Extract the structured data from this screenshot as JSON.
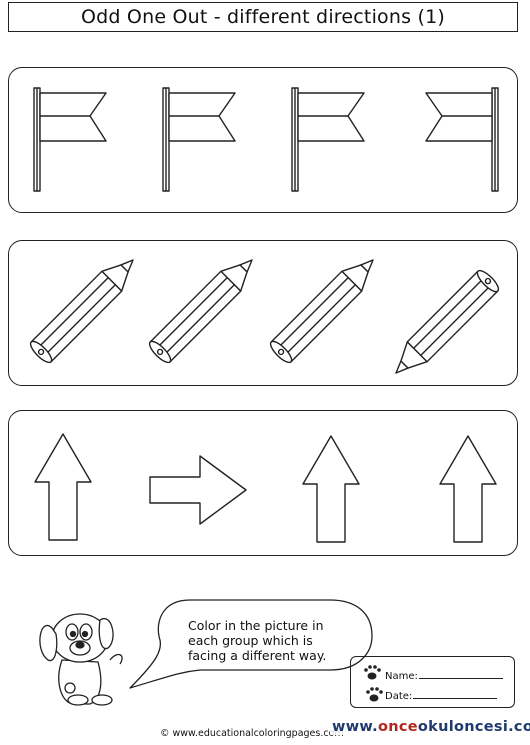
{
  "title": "Odd One Out - different directions (1)",
  "rows": [
    {
      "name": "flags",
      "items": [
        "flag-right",
        "flag-right",
        "flag-right",
        "flag-left"
      ]
    },
    {
      "name": "pencils",
      "items": [
        "pencil-up-right",
        "pencil-up-right",
        "pencil-up-right",
        "pencil-down-left"
      ]
    },
    {
      "name": "arrows",
      "items": [
        "arrow-up",
        "arrow-right",
        "arrow-up",
        "arrow-up"
      ]
    }
  ],
  "instruction": {
    "line1": "Color in the picture in",
    "line2": "each group which is",
    "line3": "facing a different way."
  },
  "form": {
    "name_label": "Name:",
    "date_label": "Date:"
  },
  "footer": "© www.educationalcoloringpages.com",
  "watermark": {
    "part1": "www.",
    "part2": "once",
    "part3": "okuloncesi",
    "part4": ".com"
  },
  "colors": {
    "line": "#222222",
    "watermark_red": "#b3261e",
    "watermark_blue": "#1e3a6e"
  }
}
